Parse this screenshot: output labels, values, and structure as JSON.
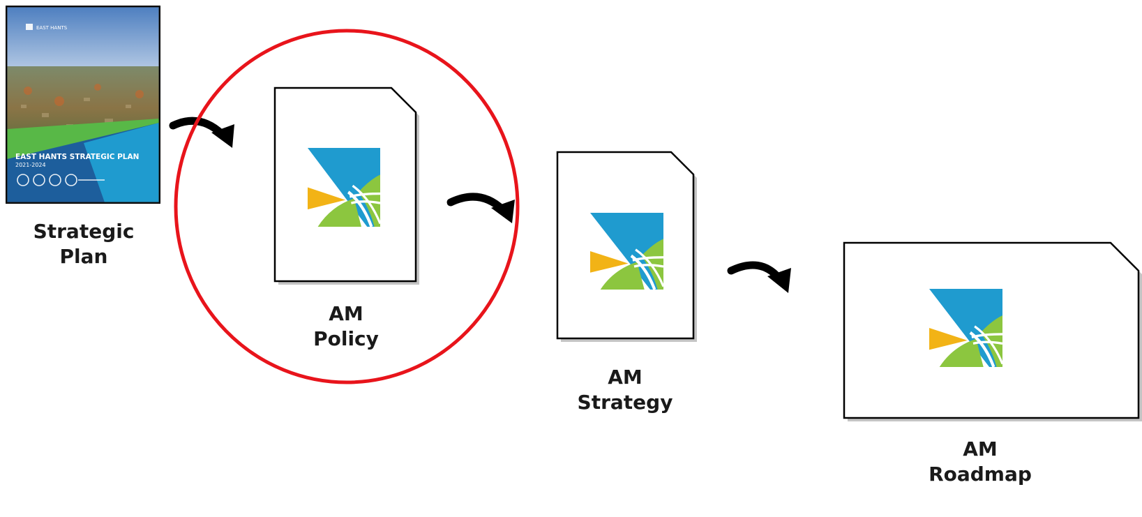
{
  "colors": {
    "logo_blue": "#1f9bcf",
    "logo_green": "#8cc63f",
    "logo_yellow": "#f2b316",
    "highlight_red": "#e8141b",
    "cover_dark_blue": "#1d5e9c",
    "cover_green": "#58b847",
    "arrow": "#000000"
  },
  "icons": {
    "logo": "east-hants-logo-icon",
    "arrow": "curved-arrow-icon"
  },
  "cover": {
    "title": "EAST HANTS STRATEGIC PLAN",
    "years": "2021-2024",
    "header_brand": "EAST HANTS"
  },
  "documents": [
    {
      "id": "strategic-plan",
      "line1": "Strategic",
      "line2": "Plan"
    },
    {
      "id": "am-policy",
      "line1": "AM",
      "line2": "Policy",
      "highlighted": true
    },
    {
      "id": "am-strategy",
      "line1": "AM",
      "line2": "Strategy"
    },
    {
      "id": "am-roadmap",
      "line1": "AM",
      "line2": "Roadmap"
    }
  ]
}
